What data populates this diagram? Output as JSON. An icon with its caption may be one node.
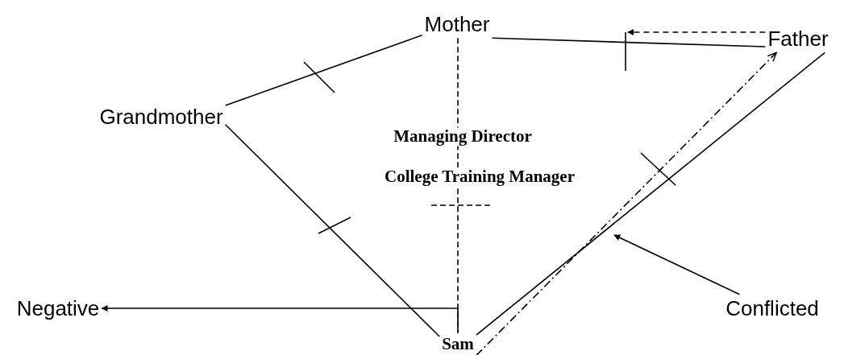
{
  "diagram": {
    "nodes": [
      {
        "text": [
          "Mother"
        ]
      },
      {
        "text": [
          "Father"
        ]
      },
      {
        "text": [
          "Grandmother"
        ]
      },
      {
        "text": [
          "Negative"
        ]
      },
      {
        "text": [
          "Sam"
        ]
      },
      {
        "text": [
          "Conflicted"
        ]
      }
    ],
    "edges": [
      {
        "from": 2,
        "to": 0,
        "arrow": "none"
      },
      {
        "from": 0,
        "to": 1,
        "arrow": "none"
      },
      {
        "from": 1,
        "to": null,
        "arrow": "to",
        "style": "dashed"
      },
      {
        "from": 0,
        "to": 4,
        "arrow": "none",
        "style": "dashed"
      },
      {
        "from": 2,
        "to": 4,
        "arrow": "none"
      },
      {
        "from": 4,
        "to": 3,
        "arrow": "to"
      },
      {
        "from": 4,
        "to": 1,
        "arrow": "none"
      },
      {
        "from": 4,
        "to": 1,
        "arrow": "to",
        "style": "dashed"
      },
      {
        "from": 5,
        "to": null,
        "arrow": "to"
      }
    ],
    "labels": [
      "Managing Director",
      "College Training Manager"
    ]
  }
}
